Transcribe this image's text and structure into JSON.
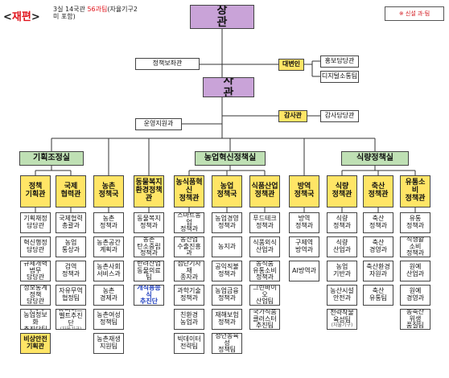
{
  "header": {
    "title_open": "<",
    "title_word": "재편",
    "title_close": ">",
    "note_part1": "3실 14국관 ",
    "note_highlight": "56과팀",
    "note_part2": "(자율기구2미 포함)"
  },
  "legend": {
    "text": "※ 신설 과·팀"
  },
  "top": {
    "minister": "장 관",
    "policy_aide": "정책보좌관",
    "spokesperson": "대변인",
    "pr_officer": "홍보담당관",
    "digital_team": "디지털소통팀",
    "vice_minister": "차 관",
    "operations_support": "운영지원과",
    "inspector": "감사관",
    "audit_officer": "감사담당관"
  },
  "offices": {
    "planning": "기획조정실",
    "agri_innovation": "농업혁신정책실",
    "food_policy": "식량정책실"
  },
  "columns": [
    {
      "bureau": "정책\n기획관",
      "units": [
        {
          "text": "기획재정\n담당관"
        },
        {
          "text": "혁신행정\n담당관"
        },
        {
          "text": "규제개혁\n법무\n담당관"
        },
        {
          "text": "정보통계\n정책\n담당관"
        },
        {
          "text": "차세대\n농업정보화\n추진단팀"
        },
        {
          "text": "비상안전\n기획관",
          "style": "yel"
        }
      ]
    },
    {
      "bureau": "국제\n협력관",
      "units": [
        {
          "text": "국제협력\n총괄과"
        },
        {
          "text": "농업\n통상과"
        },
        {
          "text": "검역\n정책과"
        },
        {
          "text": "자유무역\n협정팀"
        },
        {
          "text": "K-라이스\n벨트추진단",
          "sub": "(자율기구)"
        }
      ]
    },
    {
      "bureau": "농촌\n정책국",
      "units": [
        {
          "text": "농촌\n정책과"
        },
        {
          "text": "농촌공간\n계획과"
        },
        {
          "text": "농촌사회\n서비스과"
        },
        {
          "text": "농촌\n경제과"
        },
        {
          "text": "농촌여성\n정책팀"
        },
        {
          "text": "농촌재생\n지원팀"
        }
      ]
    },
    {
      "bureau": "동물복지\n환경정책관",
      "units": [
        {
          "text": "동물복지\n정책과"
        },
        {
          "text": "농촌\n탄소중립\n정책과"
        },
        {
          "text": "반려산업\n동물의료팀"
        },
        {
          "text": "개식용종식\n추진단",
          "style": "blue"
        }
      ]
    },
    {
      "bureau": "농식품혁신\n정책관",
      "units": [
        {
          "text": "스마트농업\n정책과"
        },
        {
          "text": "농산업\n수출진흥과"
        },
        {
          "text": "첨단기자재\n종자과"
        },
        {
          "text": "과학기술\n정책과"
        },
        {
          "text": "친환경\n농업과"
        },
        {
          "text": "빅데이터\n전략팀"
        }
      ]
    },
    {
      "bureau": "농업\n정책국",
      "units": [
        {
          "text": "농업경영\n정책과"
        },
        {
          "text": "농지과"
        },
        {
          "text": "공익직불\n정책과"
        },
        {
          "text": "농업금융\n정책과"
        },
        {
          "text": "재해보험\n정책과"
        },
        {
          "text": "청년농육성\n정책팀"
        }
      ]
    },
    {
      "bureau": "식품산업\n정책관",
      "units": [
        {
          "text": "푸드테크\n정책과"
        },
        {
          "text": "식품외식\n산업과"
        },
        {
          "text": "농식품\n유통소비\n정책과"
        },
        {
          "text": "그린바이오\n산업팀"
        },
        {
          "text": "국가식품\n클러스터\n추진팀"
        }
      ]
    },
    {
      "bureau": "방역\n정책국",
      "units": [
        {
          "text": "방역\n정책과"
        },
        {
          "text": "구제역\n방역과"
        },
        {
          "text": "AI방역과"
        }
      ]
    },
    {
      "bureau": "식량\n정책관",
      "units": [
        {
          "text": "식량\n정책과"
        },
        {
          "text": "식량\n산업과"
        },
        {
          "text": "농업\n기반과"
        },
        {
          "text": "농산시설\n안전과"
        },
        {
          "text": "전략작물\n육성팀",
          "sub": "(자율기구)"
        }
      ]
    },
    {
      "bureau": "축산\n정책관",
      "units": [
        {
          "text": "축산\n정책과"
        },
        {
          "text": "축산\n경영과"
        },
        {
          "text": "축산환경\n자원과"
        },
        {
          "text": "축산\n유통팀"
        }
      ]
    },
    {
      "bureau": "유통소\n비\n정책관",
      "units": [
        {
          "text": "유통\n정책과"
        },
        {
          "text": "식생활\n소비\n정책과"
        },
        {
          "text": "원예\n산업과"
        },
        {
          "text": "원예\n경영과"
        },
        {
          "text": "농축산\n위생\n품질팀"
        }
      ]
    }
  ],
  "colors": {
    "minister": "#c9a3d8",
    "bureau": "#ffe566",
    "office": "#bfe0b4",
    "accent_red": "#e0131b",
    "link_blue": "#1f3fbf",
    "new_unit": "#bfe8ff"
  }
}
